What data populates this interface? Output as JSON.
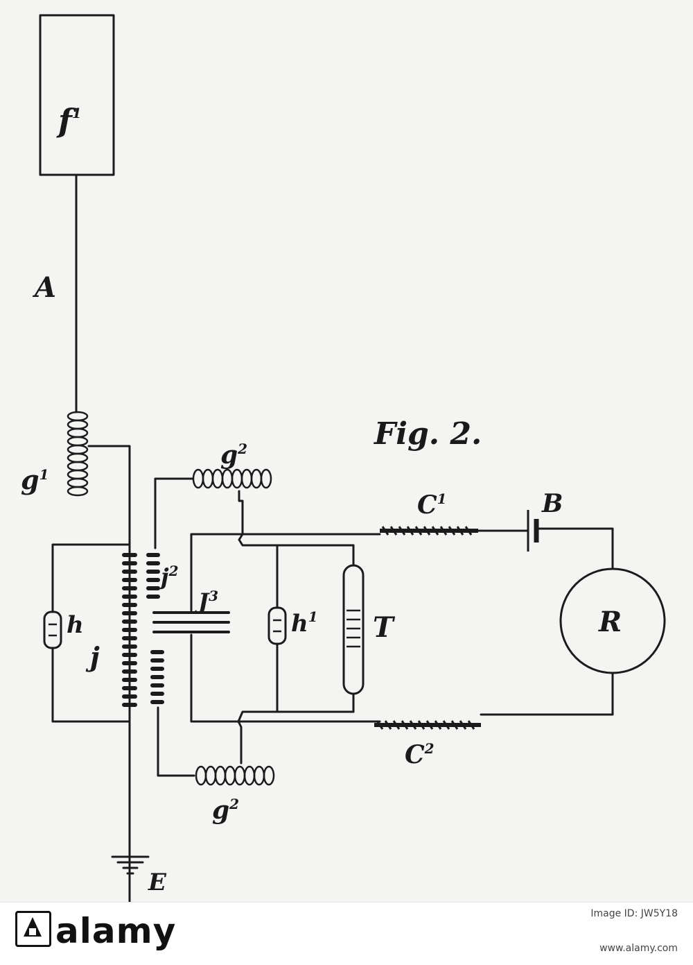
{
  "figure": {
    "title": "Fig. 2.",
    "labels": {
      "f1": "f",
      "f1_sup": "1",
      "A": "A",
      "g1": "g",
      "g1_sup": "1",
      "g2_top": "g",
      "g2_top_sup": "2",
      "g2_bottom": "g",
      "g2_bottom_sup": "2",
      "C1": "C",
      "C1_sup": "1",
      "C2": "C",
      "C2_sup": "2",
      "B": "B",
      "R": "R",
      "T": "T",
      "h": "h",
      "h1": "h",
      "h1_sup": "1",
      "j": "j",
      "j2": "j",
      "j2_sup": "2",
      "j3": "J",
      "j3_sup": "3",
      "E": "E"
    }
  },
  "watermark": {
    "brand": "alamy",
    "image_id": "Image ID: JW5Y18",
    "url": "www.alamy.com"
  }
}
